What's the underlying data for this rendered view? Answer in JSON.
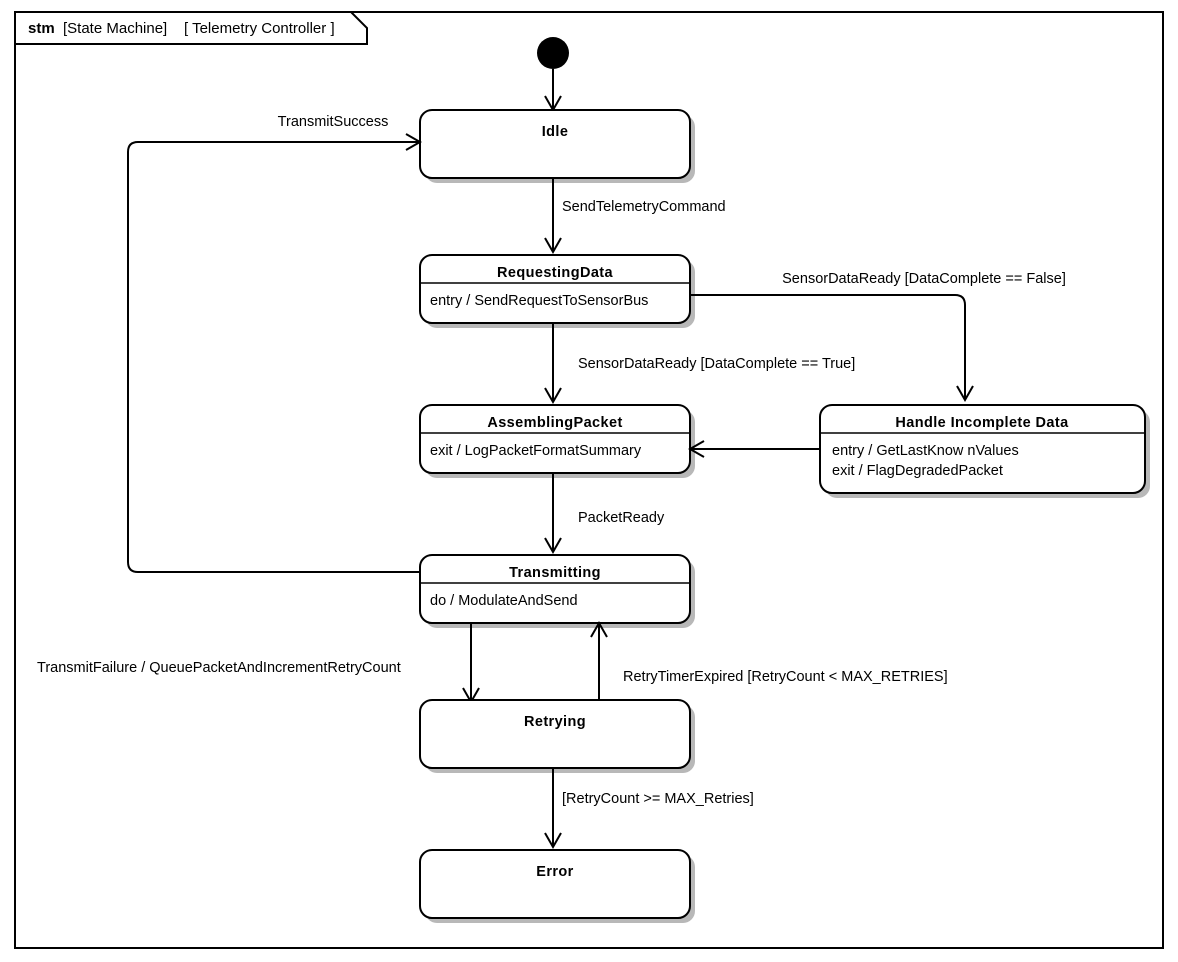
{
  "frame": {
    "kind": "stm",
    "stereotype": "[State Machine]",
    "name": "[ Telemetry Controller ]"
  },
  "states": [
    {
      "id": "idle",
      "title": "Idle",
      "activities": []
    },
    {
      "id": "requesting_data",
      "title": "RequestingData",
      "activities": [
        "entry / SendRequestToSensorBus"
      ]
    },
    {
      "id": "assembling_packet",
      "title": "AssemblingPacket",
      "activities": [
        "exit / LogPacketFormatSummary"
      ]
    },
    {
      "id": "handle_incomplete_data",
      "title": "Handle Incomplete Data",
      "activities": [
        "entry / GetLastKnow nValues",
        "exit / FlagDegradedPacket"
      ]
    },
    {
      "id": "transmitting",
      "title": "Transmitting",
      "activities": [
        "do / ModulateAndSend"
      ]
    },
    {
      "id": "retrying",
      "title": "Retrying",
      "activities": []
    },
    {
      "id": "error",
      "title": "Error",
      "activities": []
    }
  ],
  "transitions": [
    {
      "id": "init_to_idle",
      "label": ""
    },
    {
      "id": "idle_to_requesting",
      "label": "SendTelemetryCommand"
    },
    {
      "id": "requesting_to_assembling",
      "label": "SensorDataReady [DataComplete == True]"
    },
    {
      "id": "requesting_to_handle",
      "label": "SensorDataReady [DataComplete == False]"
    },
    {
      "id": "handle_to_assembling",
      "label": ""
    },
    {
      "id": "assembling_to_transmitting",
      "label": "PacketReady"
    },
    {
      "id": "transmitting_to_idle",
      "label": "TransmitSuccess"
    },
    {
      "id": "transmitting_to_retrying",
      "label": "TransmitFailure / QueuePacketAndIncrementRetryCount"
    },
    {
      "id": "retrying_to_transmitting",
      "label": "RetryTimerExpired [RetryCount < MAX_RETRIES]"
    },
    {
      "id": "retrying_to_error",
      "label": "[RetryCount >= MAX_Retries]"
    }
  ],
  "colors": {
    "line": "#000000",
    "fill": "#ffffff",
    "shadow": "#b8b8b8"
  }
}
